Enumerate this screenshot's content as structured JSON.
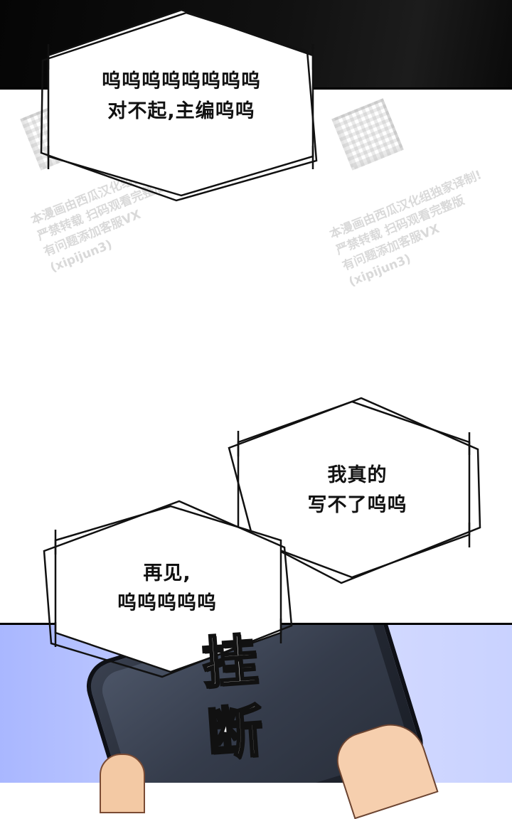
{
  "bubbles": {
    "top": {
      "line1": "呜呜呜呜呜呜呜呜",
      "line2": "对不起,主编呜呜"
    },
    "middle": {
      "line1": "我真的",
      "line2": "写不了呜呜"
    },
    "bottom": {
      "line1": "再见,",
      "line2": "呜呜呜呜呜"
    }
  },
  "sound_effect": "挂断",
  "watermark": {
    "line1": "本漫画由西瓜汉化组独家译制!",
    "line2": "严禁转载 扫码观看完整版",
    "line3": "有问题添加客服VX (xipijun3)"
  }
}
